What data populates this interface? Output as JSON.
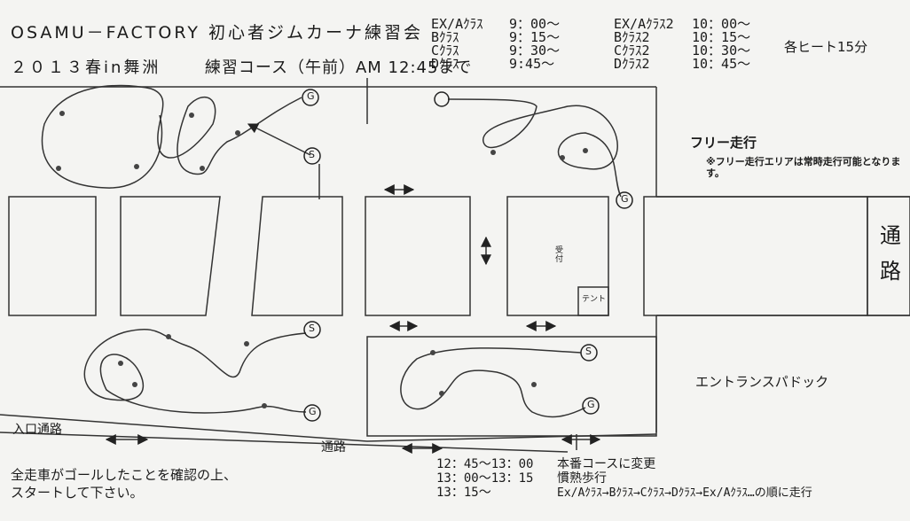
{
  "header": {
    "title_line1": "OSAMU－FACTORY 初心者ジムカーナ練習会",
    "title_line2_left": "２０１３春in舞洲",
    "title_line2_right": "練習コース（午前）AM 12:45まで",
    "heat_duration": "各ヒート15分"
  },
  "schedule": {
    "left": [
      {
        "cls": "EX/Aｸﾗｽ",
        "time": "9：00～"
      },
      {
        "cls": "Bｸﾗｽ",
        "time": "9：15～"
      },
      {
        "cls": "Cｸﾗｽ",
        "time": "9：30～"
      },
      {
        "cls": "Dｸﾗｽ",
        "time": "9:45～"
      }
    ],
    "right": [
      {
        "cls": "EX/Aｸﾗｽ2",
        "time": "10：00～"
      },
      {
        "cls": "Bｸﾗｽ2",
        "time": "10：15～"
      },
      {
        "cls": "Cｸﾗｽ2",
        "time": "10：30～"
      },
      {
        "cls": "Dｸﾗｽ2",
        "time": "10：45～"
      }
    ]
  },
  "map": {
    "free_run_label": "フリー走行",
    "free_run_note": "※フリー走行エリアは常時走行可能となります。",
    "passage_vertical": "通路",
    "entrance_paddock": "エントランスパドック",
    "entrance_road": "入口通路",
    "road": "通路",
    "reception": "受付",
    "tent": "テント",
    "goal_letter": "G",
    "start_letter": "S"
  },
  "footer": {
    "note_line1": "全走車がゴールしたことを確認の上、",
    "note_line2": "スタートして下さい。"
  },
  "bottom_schedule": [
    {
      "time": "12：45～13：00",
      "text": "本番コースに変更"
    },
    {
      "time": "13：00～13：15",
      "text": "慣熟歩行"
    },
    {
      "time": "13：15～",
      "text": "Ex/Aｸﾗｽ→Bｸﾗｽ→Cｸﾗｽ→Dｸﾗｽ→Ex/Aｸﾗｽ…の順に走行"
    }
  ]
}
